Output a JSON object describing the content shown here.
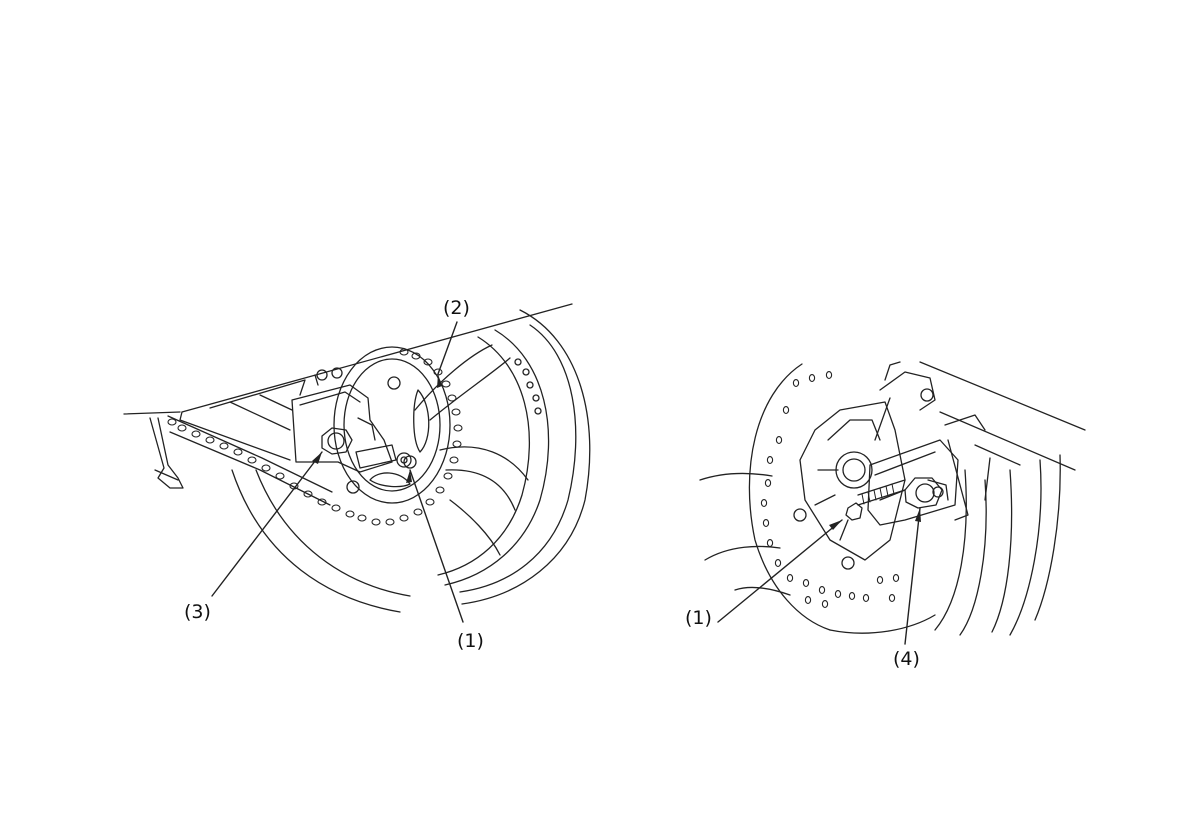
{
  "colors": {
    "ink": "#222222",
    "background": "#ffffff"
  },
  "left_figure": {
    "callouts": {
      "c1": "(1)",
      "c2": "(2)",
      "c3": "(3)"
    }
  },
  "right_figure": {
    "callouts": {
      "c1": "(1)",
      "c4": "(4)"
    }
  }
}
